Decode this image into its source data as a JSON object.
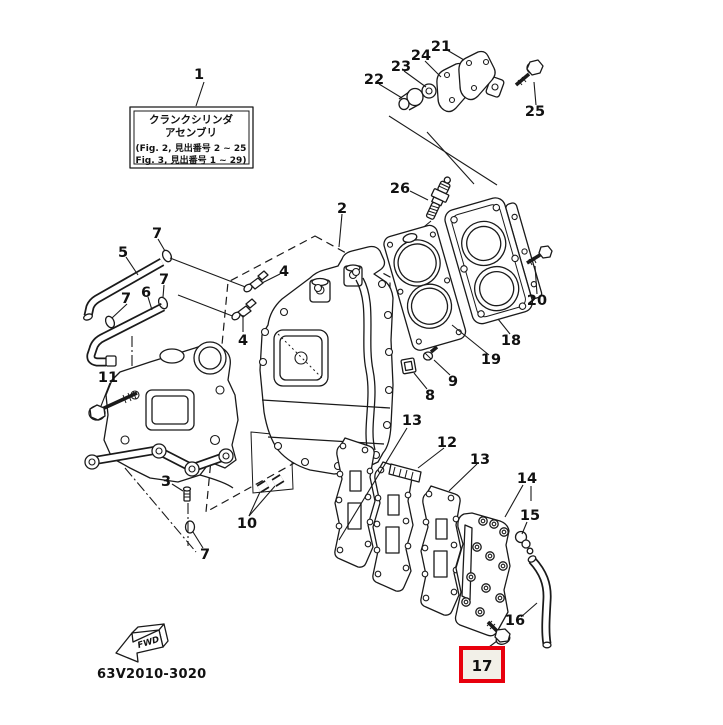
{
  "figure_code": "63V2010-3020",
  "fwd_arrow_label": "FWD",
  "note_box": {
    "line1": "クランクシリンダ",
    "line2": "アセンブリ",
    "line3": "(Fig. 2, 見出番号 2 ~ 25",
    "line4": "Fig. 3, 見出番号 1 ~ 29)"
  },
  "highlight_box": {
    "label": "17",
    "border_color": "#e8000d",
    "fill": "#f2f0e8"
  },
  "colors": {
    "line": "#1a1a1a",
    "background": "#ffffff",
    "highlight_red": "#e8000d"
  },
  "callouts": [
    {
      "label": "1"
    },
    {
      "label": "2"
    },
    {
      "label": "3"
    },
    {
      "label": "4"
    },
    {
      "label": "4"
    },
    {
      "label": "5"
    },
    {
      "label": "6"
    },
    {
      "label": "7"
    },
    {
      "label": "7"
    },
    {
      "label": "7"
    },
    {
      "label": "7"
    },
    {
      "label": "8"
    },
    {
      "label": "9"
    },
    {
      "label": "10"
    },
    {
      "label": "11"
    },
    {
      "label": "12"
    },
    {
      "label": "13"
    },
    {
      "label": "13"
    },
    {
      "label": "14"
    },
    {
      "label": "15"
    },
    {
      "label": "16"
    },
    {
      "label": "18"
    },
    {
      "label": "19"
    },
    {
      "label": "20"
    },
    {
      "label": "21"
    },
    {
      "label": "22"
    },
    {
      "label": "23"
    },
    {
      "label": "24"
    },
    {
      "label": "25"
    },
    {
      "label": "26"
    }
  ]
}
